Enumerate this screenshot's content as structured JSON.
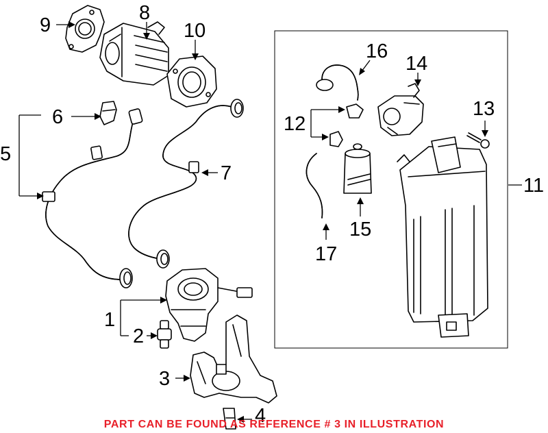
{
  "diagram": {
    "callouts": [
      {
        "id": "c1",
        "label": "1"
      },
      {
        "id": "c2",
        "label": "2"
      },
      {
        "id": "c3",
        "label": "3"
      },
      {
        "id": "c4",
        "label": "4"
      },
      {
        "id": "c5",
        "label": "5"
      },
      {
        "id": "c6",
        "label": "6"
      },
      {
        "id": "c7",
        "label": "7"
      },
      {
        "id": "c8",
        "label": "8"
      },
      {
        "id": "c9",
        "label": "9"
      },
      {
        "id": "c10",
        "label": "10"
      },
      {
        "id": "c11",
        "label": "11"
      },
      {
        "id": "c12",
        "label": "12"
      },
      {
        "id": "c13",
        "label": "13"
      },
      {
        "id": "c14",
        "label": "14"
      },
      {
        "id": "c15",
        "label": "15"
      },
      {
        "id": "c16",
        "label": "16"
      },
      {
        "id": "c17",
        "label": "17"
      }
    ],
    "note": "PART CAN BE FOUND AS REFERENCE # 3 IN ILLUSTRATION",
    "colors": {
      "note": "#e8202a",
      "lines": "#000000",
      "background": "#ffffff"
    }
  }
}
